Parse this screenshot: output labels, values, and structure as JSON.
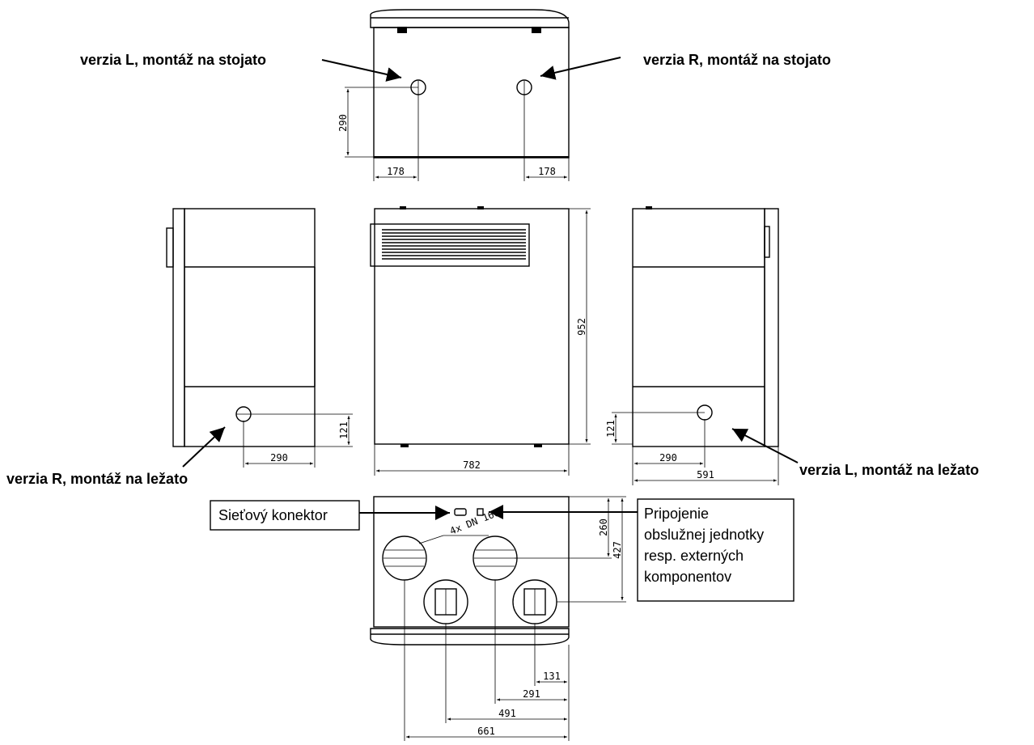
{
  "labels": {
    "top_left": "verzia L, montáž na stojato",
    "top_right": "verzia R, montáž na stojato",
    "mid_left": "verzia R, montáž na ležato",
    "mid_right": "verzia L, montáž na ležato",
    "connector_box": "Sieťový konektor",
    "service_box_lines": [
      "Pripojenie",
      "obslužnej jednotky",
      "resp. externých",
      "komponentov"
    ],
    "duct_note": "4x DN 160"
  },
  "dimensions": {
    "top_height": "290",
    "top_left_width": "178",
    "top_right_width": "178",
    "front_height": "952",
    "front_width": "782",
    "side_left_height": "121",
    "side_left_offset": "290",
    "side_right_height": "121",
    "side_right_offset": "290",
    "side_right_width": "591",
    "bottom_depth_inner": "260",
    "bottom_depth_outer": "427",
    "bottom_131": "131",
    "bottom_291": "291",
    "bottom_491": "491",
    "bottom_661": "661"
  }
}
